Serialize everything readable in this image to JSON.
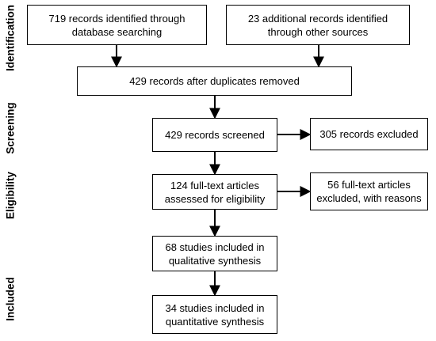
{
  "stages": [
    "Identification",
    "Screening",
    "Eligibility",
    "Included"
  ],
  "boxes": {
    "database": "719 records identified through database searching",
    "other_sources": "23 additional records identified through other sources",
    "duplicates_removed": "429 records after duplicates removed",
    "screened": "429 records screened",
    "excluded": "305 records excluded",
    "fulltext_assessed": "124 full-text articles assessed for eligibility",
    "fulltext_excluded": "56 full-text articles excluded, with reasons",
    "qualitative": "68 studies included in qualitative synthesis",
    "quantitative": "34 studies included in quantitative synthesis"
  }
}
